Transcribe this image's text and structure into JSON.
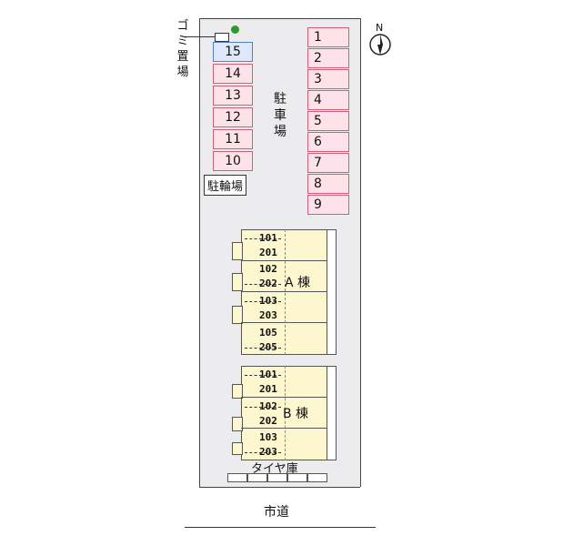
{
  "compass": {
    "label": "N"
  },
  "labels": {
    "garbage": "ゴミ置場",
    "parking": "駐車場",
    "bicycle": "駐輪場",
    "tire_storage": "タイヤ庫",
    "road": "市道",
    "building_a": "A 棟",
    "building_b": "B 棟"
  },
  "parking_left": [
    "15",
    "14",
    "13",
    "12",
    "11",
    "10"
  ],
  "parking_right": [
    "1",
    "2",
    "3",
    "4",
    "5",
    "6",
    "7",
    "8",
    "9"
  ],
  "building_a_units": [
    "101",
    "201",
    "102",
    "202",
    "103",
    "203",
    "105",
    "205"
  ],
  "building_b_units": [
    "101",
    "201",
    "102",
    "202",
    "103",
    "203"
  ],
  "colors": {
    "parking_slot": "#fde2ea",
    "highlight_slot": "#dde8fb",
    "building": "#fdf7cf",
    "dot": "#2a9a2a"
  }
}
